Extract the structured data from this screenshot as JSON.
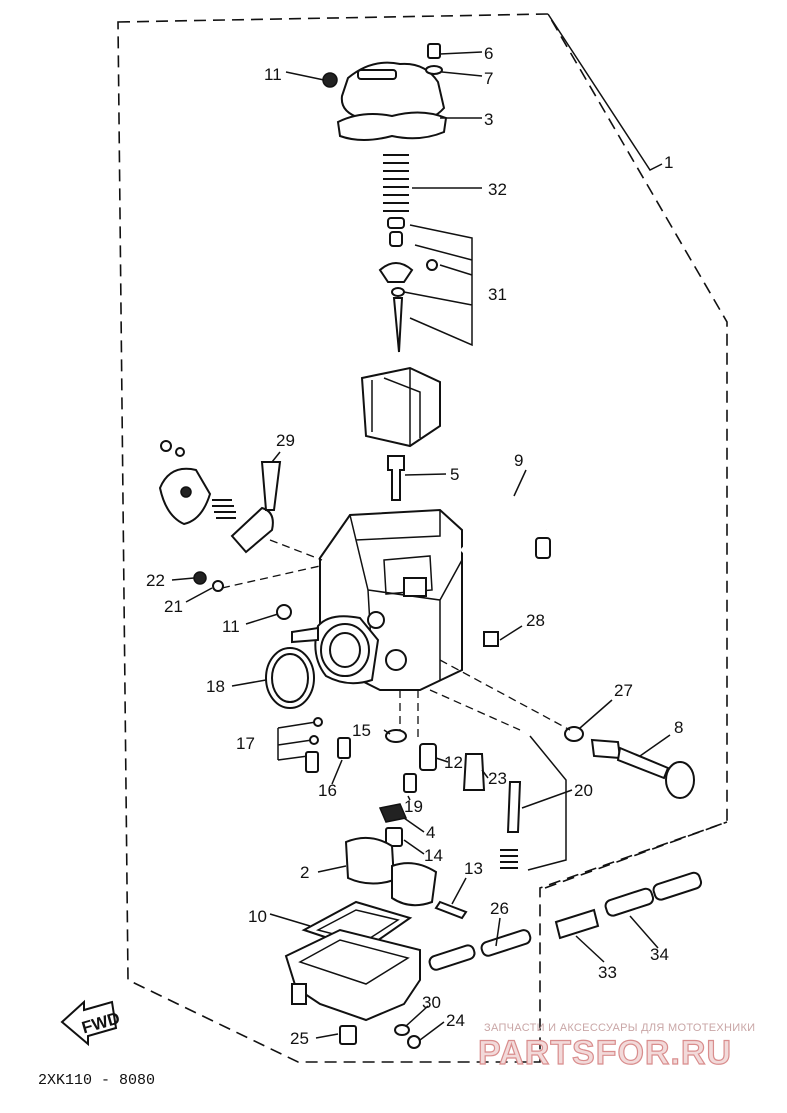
{
  "diagram": {
    "callouts": {
      "p1": "1",
      "p2": "2",
      "p3": "3",
      "p4": "4",
      "p5": "5",
      "p6": "6",
      "p7": "7",
      "p8": "8",
      "p9": "9",
      "p10": "10",
      "p11a": "11",
      "p11b": "11",
      "p12": "12",
      "p13": "13",
      "p14": "14",
      "p15": "15",
      "p16": "16",
      "p17": "17",
      "p18": "18",
      "p19": "19",
      "p20": "20",
      "p21": "21",
      "p22": "22",
      "p23": "23",
      "p24": "24",
      "p25": "25",
      "p26": "26",
      "p27": "27",
      "p28": "28",
      "p29": "29",
      "p30": "30",
      "p31": "31",
      "p32": "32",
      "p33": "33",
      "p34": "34"
    },
    "drawing_code": "2XK110 - 8080",
    "fwd_label": "FWD",
    "watermark": {
      "tagline": "ЗАПЧАСТИ И АКСЕССУАРЫ ДЛЯ МОТОТЕХНИКИ",
      "brand": "PARTSFOR.RU"
    }
  }
}
